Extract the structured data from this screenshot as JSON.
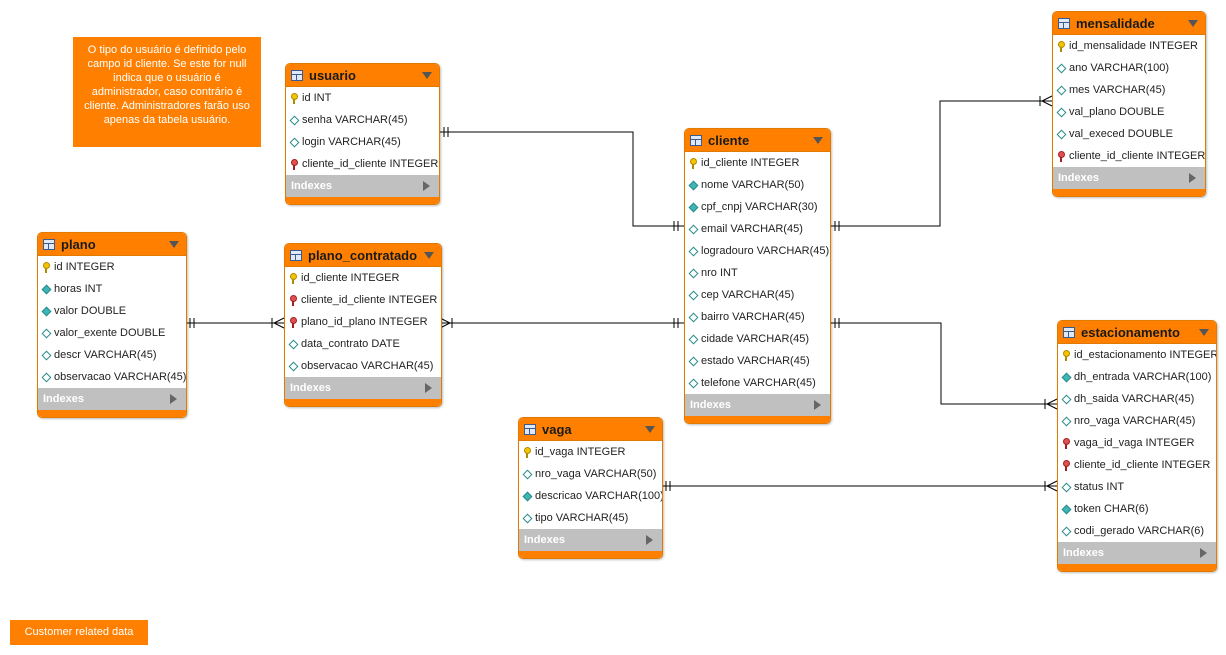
{
  "colors": {
    "header": "#ff8000",
    "border": "#e07a00",
    "indexes_bar": "#c0c0c0",
    "connector": "#000000"
  },
  "notes": {
    "user_type": "O tipo do usuário é definido pelo campo id cliente. Se este for null indica que o usuário é administrador, caso contrário é cliente. Administradores farão uso apenas da tabela usuário.",
    "legend": "Customer related data"
  },
  "tables": {
    "usuario": {
      "name": "usuario",
      "indexes_label": "Indexes",
      "columns": [
        {
          "icon": "primary-key-icon",
          "text": "id INT"
        },
        {
          "icon": "column-icon",
          "text": "senha VARCHAR(45)"
        },
        {
          "icon": "column-icon",
          "text": "login VARCHAR(45)"
        },
        {
          "icon": "foreign-key-icon",
          "text": "cliente_id_cliente INTEGER"
        }
      ]
    },
    "cliente": {
      "name": "cliente",
      "indexes_label": "Indexes",
      "columns": [
        {
          "icon": "primary-key-icon",
          "text": "id_cliente INTEGER"
        },
        {
          "icon": "not-null-column-icon",
          "text": "nome VARCHAR(50)"
        },
        {
          "icon": "not-null-column-icon",
          "text": "cpf_cnpj VARCHAR(30)"
        },
        {
          "icon": "column-icon",
          "text": "email VARCHAR(45)"
        },
        {
          "icon": "column-icon",
          "text": "logradouro VARCHAR(45)"
        },
        {
          "icon": "column-icon",
          "text": "nro INT"
        },
        {
          "icon": "column-icon",
          "text": "cep VARCHAR(45)"
        },
        {
          "icon": "column-icon",
          "text": "bairro VARCHAR(45)"
        },
        {
          "icon": "column-icon",
          "text": "cidade VARCHAR(45)"
        },
        {
          "icon": "column-icon",
          "text": "estado VARCHAR(45)"
        },
        {
          "icon": "column-icon",
          "text": "telefone VARCHAR(45)"
        }
      ]
    },
    "mensalidade": {
      "name": "mensalidade",
      "indexes_label": "Indexes",
      "columns": [
        {
          "icon": "primary-key-icon",
          "text": "id_mensalidade INTEGER"
        },
        {
          "icon": "column-icon",
          "text": "ano VARCHAR(100)"
        },
        {
          "icon": "column-icon",
          "text": "mes VARCHAR(45)"
        },
        {
          "icon": "column-icon",
          "text": "val_plano DOUBLE"
        },
        {
          "icon": "column-icon",
          "text": "val_execed DOUBLE"
        },
        {
          "icon": "foreign-key-icon",
          "text": "cliente_id_cliente INTEGER"
        }
      ]
    },
    "plano": {
      "name": "plano",
      "indexes_label": "Indexes",
      "columns": [
        {
          "icon": "primary-key-icon",
          "text": "id INTEGER"
        },
        {
          "icon": "not-null-column-icon",
          "text": "horas INT"
        },
        {
          "icon": "not-null-column-icon",
          "text": "valor DOUBLE"
        },
        {
          "icon": "column-icon",
          "text": "valor_exente DOUBLE"
        },
        {
          "icon": "column-icon",
          "text": "descr VARCHAR(45)"
        },
        {
          "icon": "column-icon",
          "text": "observacao VARCHAR(45)"
        }
      ]
    },
    "plano_contratado": {
      "name": "plano_contratado",
      "indexes_label": "Indexes",
      "columns": [
        {
          "icon": "primary-key-icon",
          "text": "id_cliente INTEGER"
        },
        {
          "icon": "foreign-key-icon",
          "text": "cliente_id_cliente INTEGER"
        },
        {
          "icon": "foreign-key-icon",
          "text": "plano_id_plano INTEGER"
        },
        {
          "icon": "column-icon",
          "text": "data_contrato DATE"
        },
        {
          "icon": "column-icon",
          "text": "observacao VARCHAR(45)"
        }
      ]
    },
    "vaga": {
      "name": "vaga",
      "indexes_label": "Indexes",
      "columns": [
        {
          "icon": "primary-key-icon",
          "text": "id_vaga INTEGER"
        },
        {
          "icon": "column-icon",
          "text": "nro_vaga VARCHAR(50)"
        },
        {
          "icon": "not-null-column-icon",
          "text": "descricao VARCHAR(100)"
        },
        {
          "icon": "column-icon",
          "text": "tipo VARCHAR(45)"
        }
      ]
    },
    "estacionamento": {
      "name": "estacionamento",
      "indexes_label": "Indexes",
      "columns": [
        {
          "icon": "primary-key-icon",
          "text": "id_estacionamento INTEGER"
        },
        {
          "icon": "not-null-column-icon",
          "text": "dh_entrada VARCHAR(100)"
        },
        {
          "icon": "column-icon",
          "text": "dh_saida VARCHAR(45)"
        },
        {
          "icon": "column-icon",
          "text": "nro_vaga VARCHAR(45)"
        },
        {
          "icon": "foreign-key-icon",
          "text": "vaga_id_vaga INTEGER"
        },
        {
          "icon": "foreign-key-icon",
          "text": "cliente_id_cliente INTEGER"
        },
        {
          "icon": "column-icon",
          "text": "status INT"
        },
        {
          "icon": "not-null-column-icon",
          "text": "token CHAR(6)"
        },
        {
          "icon": "column-icon",
          "text": "codi_gerado VARCHAR(6)"
        }
      ]
    }
  },
  "relationships": [
    {
      "from": "usuario",
      "to": "cliente",
      "cardinality": "one-to-one"
    },
    {
      "from": "cliente",
      "to": "mensalidade",
      "cardinality": "one-to-many"
    },
    {
      "from": "plano",
      "to": "plano_contratado",
      "cardinality": "one-to-many"
    },
    {
      "from": "cliente",
      "to": "plano_contratado",
      "cardinality": "one-to-many"
    },
    {
      "from": "cliente",
      "to": "estacionamento",
      "cardinality": "one-to-many"
    },
    {
      "from": "vaga",
      "to": "estacionamento",
      "cardinality": "one-to-many"
    }
  ]
}
